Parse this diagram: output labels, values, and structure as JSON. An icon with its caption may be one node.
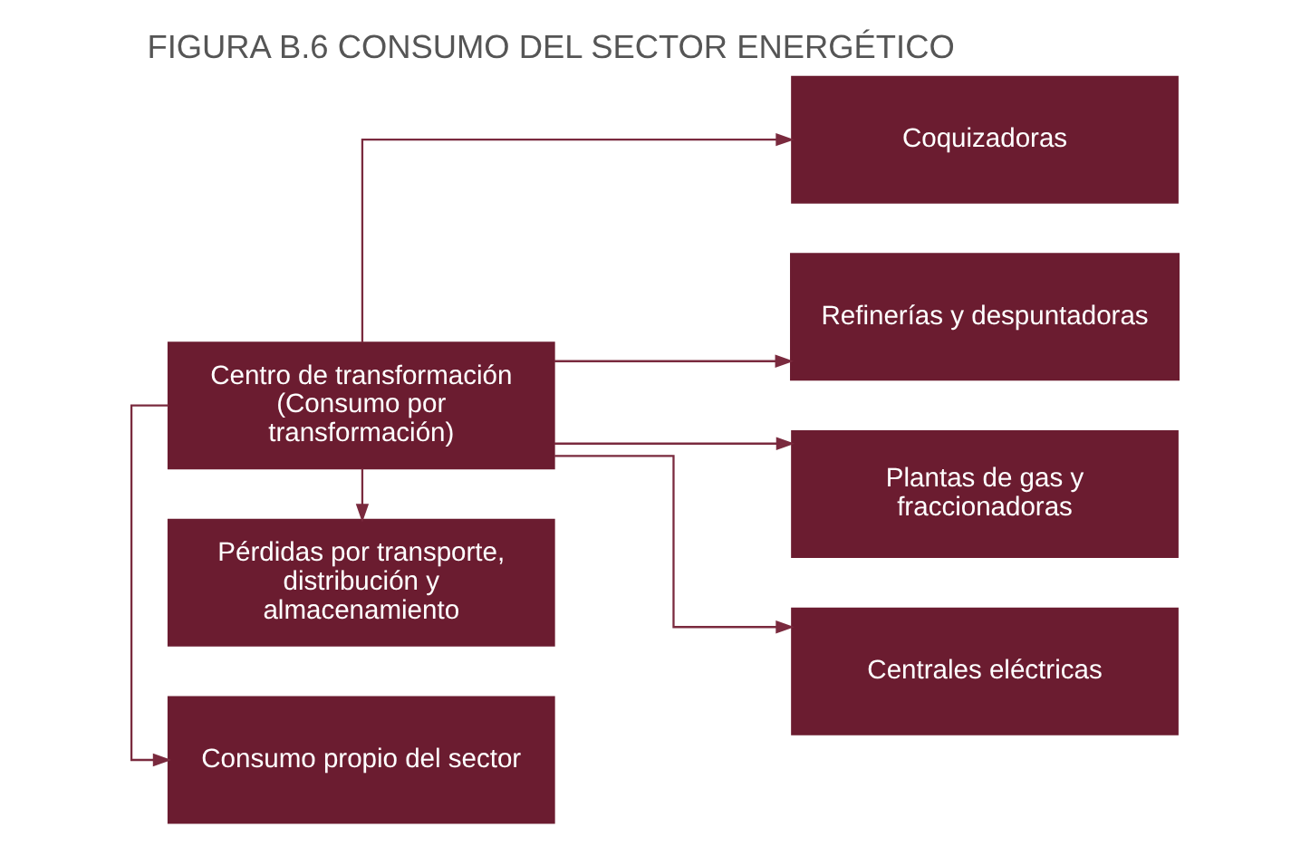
{
  "diagram": {
    "title": "FIGURA B.6 CONSUMO DEL SECTOR ENERGÉTICO",
    "nodes": [
      {
        "text": [
          "Coquizadoras"
        ]
      },
      {
        "text": [
          "Refinerías y despuntadoras"
        ]
      },
      {
        "text": [
          "Centro de transformación (Consumo por transformación)"
        ]
      },
      {
        "text": [
          "Plantas de gas y fraccionadoras"
        ]
      },
      {
        "text": [
          "Consumo propio del sector"
        ]
      },
      {
        "text": [
          "Centrales eléctricas"
        ]
      },
      {
        "text": [
          "Pérdidas por transporte, distribución y almacenamiento"
        ]
      }
    ],
    "edges": [
      {
        "from": 2,
        "to": 0,
        "arrow": "to"
      },
      {
        "from": 2,
        "to": 1,
        "arrow": "to"
      },
      {
        "from": 2,
        "to": 3,
        "arrow": "to"
      },
      {
        "from": 2,
        "to": 5,
        "arrow": "to"
      },
      {
        "from": 2,
        "to": 4,
        "arrow": "to"
      },
      {
        "from": 2,
        "to": 6,
        "arrow": "to"
      }
    ]
  }
}
